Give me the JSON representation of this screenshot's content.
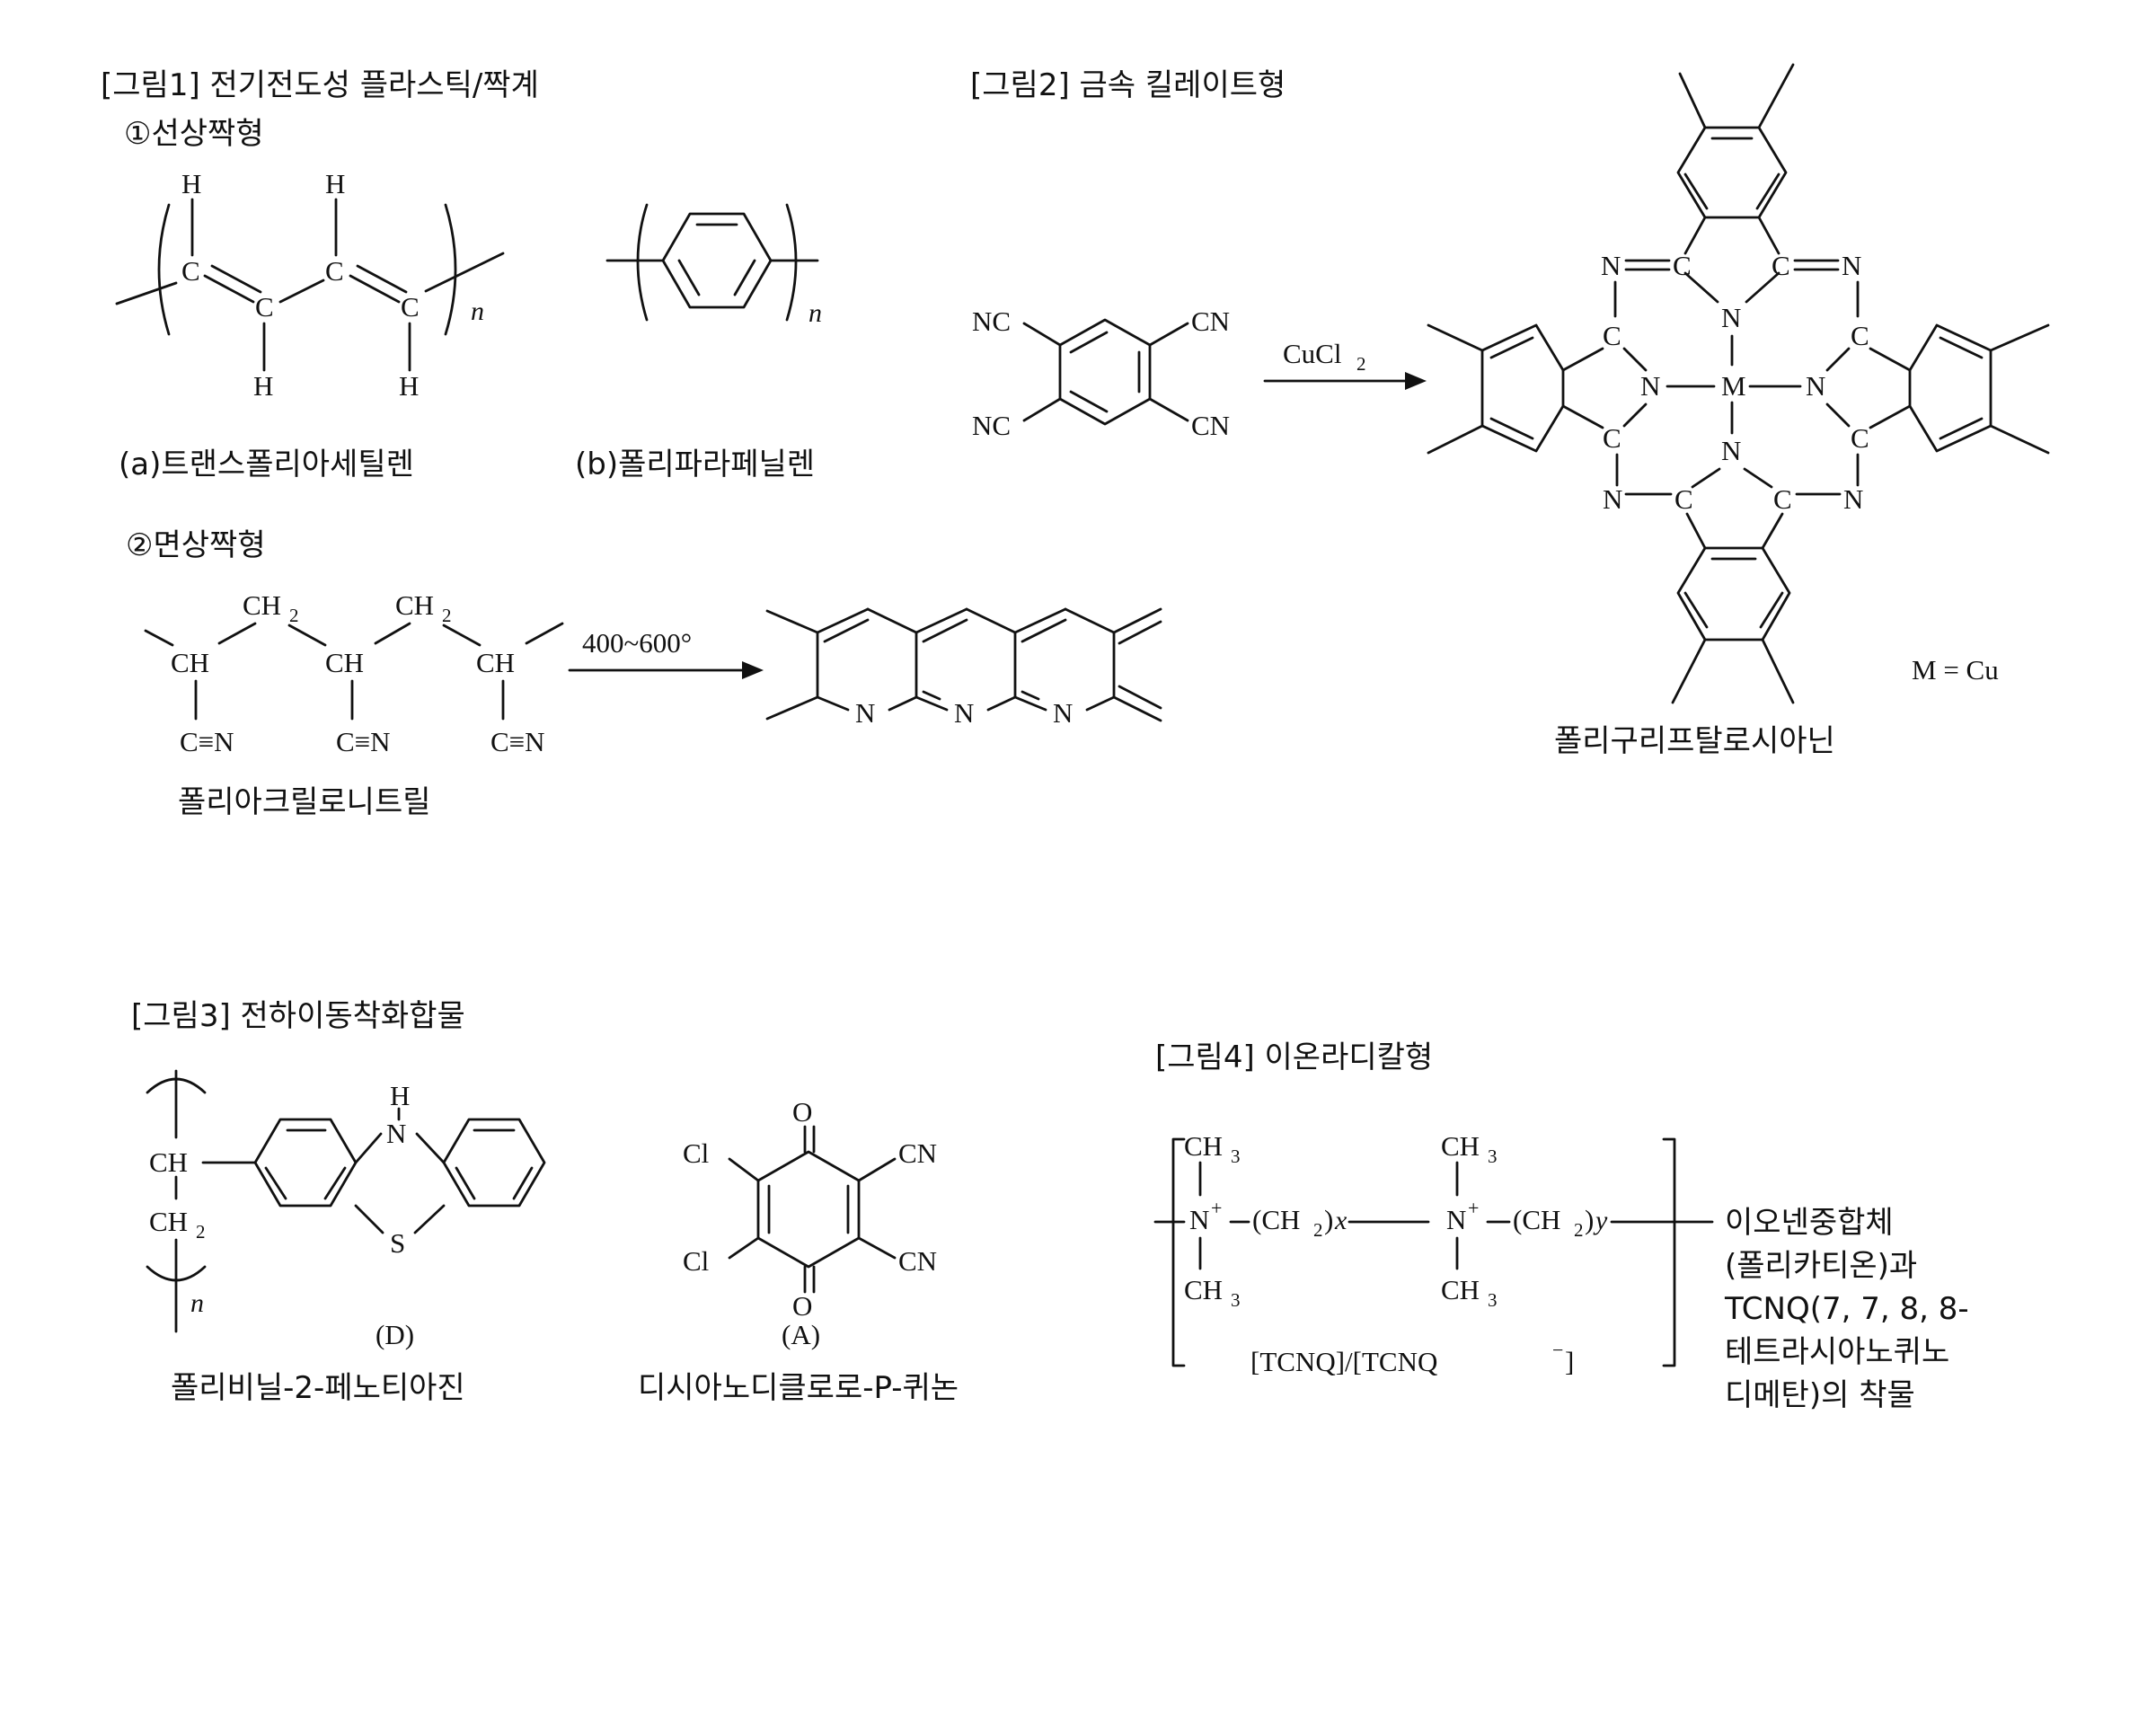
{
  "fig1": {
    "title": "[그림1] 전기전도성 플라스틱/짝계",
    "sub1": "①선상짝형",
    "label_a": "(a)트랜스폴리아세틸렌",
    "label_b": "(b)폴리파라페닐렌",
    "sub2": "②면상짝형",
    "label_pan": "폴리아크릴로니트릴",
    "arrow_text": "400~600°",
    "atoms": {
      "H": "H",
      "C": "C",
      "N": "N",
      "n": "n",
      "CH": "CH",
      "CH2": "CH",
      "sub2": "2",
      "CN_triple": "C≡N"
    }
  },
  "fig2": {
    "title": "[그림2] 금속 킬레이트형",
    "reagent": "CuCl",
    "reagent_sub": "2",
    "NC": "NC",
    "CN": "CN",
    "metal": "M",
    "metal_eq": "M = Cu",
    "caption": "폴리구리프탈로시아닌"
  },
  "fig3": {
    "title": "[그림3] 전하이동착화합물",
    "atoms": {
      "CH": "CH",
      "CH2": "CH",
      "sub2": "2",
      "H": "H",
      "N": "N",
      "S": "S",
      "n": "n",
      "O": "O",
      "Cl": "Cl",
      "CN": "CN"
    },
    "label_D": "(D)",
    "label_A": "(A)",
    "caption_D": "폴리비닐-2-페노티아진",
    "caption_A": "디시아노디클로로-P-퀴논"
  },
  "fig4": {
    "title": "[그림4] 이온라디칼형",
    "CH3": "CH",
    "sub3": "3",
    "N_plus": "N",
    "plus": "+",
    "CH2": "(CH",
    "sub2": "2",
    "x": "x",
    "y": "y",
    "close": ")",
    "tcnq": "[TCNQ]/[TCNQ",
    "tcnq_minus": "−",
    "tcnq_close": "]",
    "desc": [
      "이오넨중합체",
      "(폴리카티온)과",
      "TCNQ(7, 7, 8, 8-",
      "테트라시아노퀴노",
      "디메탄)의 착물"
    ]
  }
}
